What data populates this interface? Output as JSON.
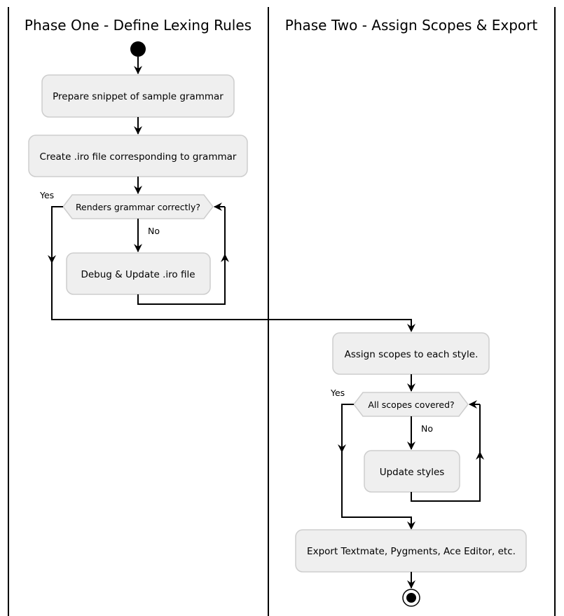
{
  "lanes": {
    "phase_one_title": "Phase One - Define Lexing Rules",
    "phase_two_title": "Phase Two - Assign Scopes & Export"
  },
  "activities": {
    "prepare_snippet": "Prepare snippet of sample grammar",
    "create_iro": "Create .iro file corresponding to grammar",
    "debug_update": "Debug & Update .iro file",
    "assign_scopes": "Assign scopes to each style.",
    "update_styles": "Update styles",
    "export": "Export Textmate, Pygments, Ace Editor, etc."
  },
  "decisions": {
    "renders_correctly": "Renders grammar correctly?",
    "scopes_covered": "All scopes covered?"
  },
  "branch_labels": {
    "yes_1": "Yes",
    "no_1": "No",
    "yes_2": "Yes",
    "no_2": "No"
  }
}
